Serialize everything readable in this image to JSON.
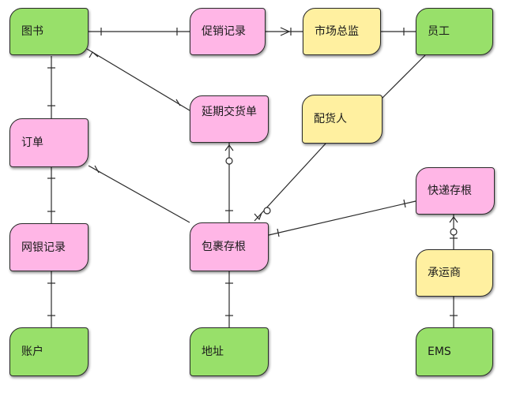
{
  "nodes": {
    "book": "图书",
    "promotion": "促销记录",
    "market_director": "市场总监",
    "employee": "员工",
    "order": "订单",
    "deferred": "延期交货单",
    "dispatcher": "配货人",
    "express": "快递存根",
    "bank": "网银记录",
    "parcel": "包裹存根",
    "carrier": "承运商",
    "account": "账户",
    "address": "地址",
    "ems": "EMS"
  },
  "colors": {
    "entity_green": "#98e06a",
    "entity_pink": "#ffb6e6",
    "entity_yellow": "#fff0a0",
    "line": "#2a2a2a"
  }
}
